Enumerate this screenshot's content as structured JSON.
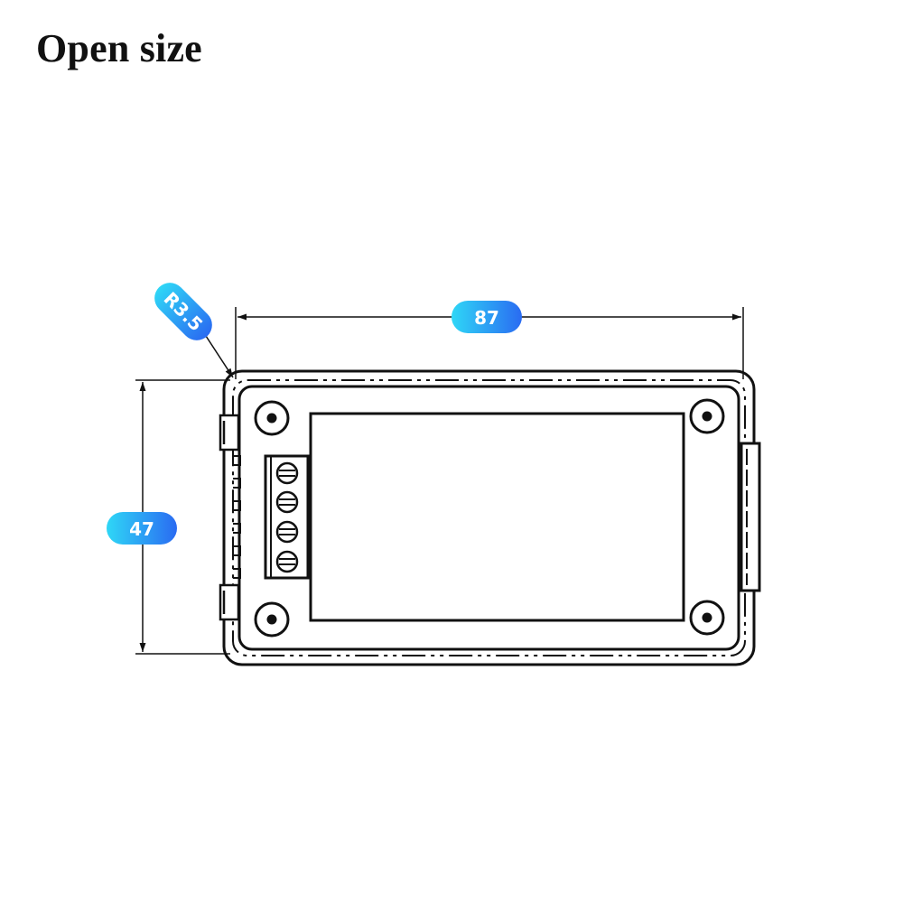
{
  "title": "Open size",
  "dimensions": {
    "width": "87",
    "height": "47",
    "corner_radius": "R3.5"
  },
  "colors": {
    "badge_gradient_start": "#2fd7f6",
    "badge_gradient_end": "#2a6bf2",
    "line": "#111111"
  }
}
